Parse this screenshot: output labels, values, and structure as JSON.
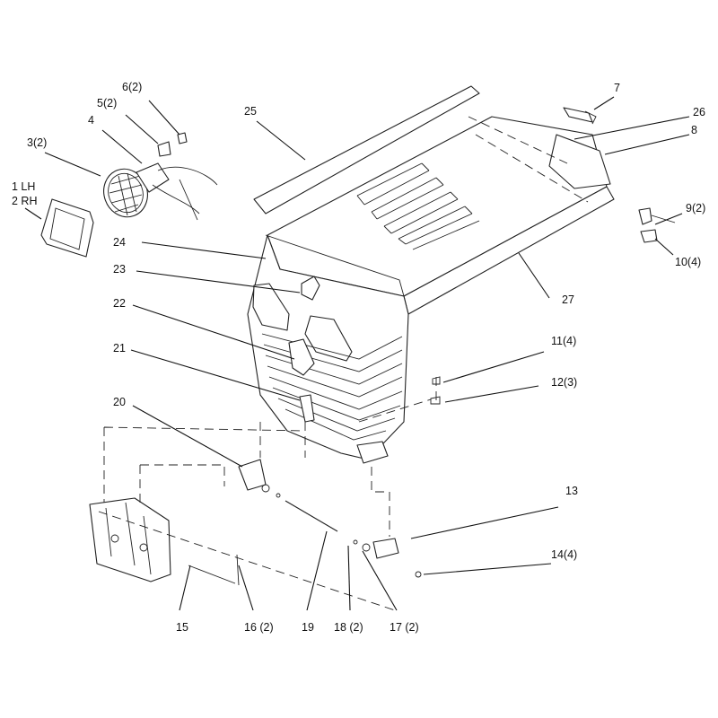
{
  "diagram": {
    "callouts": {
      "c1": "1 LH",
      "c2": "2 RH",
      "c3": "3(2)",
      "c4": "4",
      "c5": "5(2)",
      "c6": "6(2)",
      "c7": "7",
      "c8": "8",
      "c9": "9(2)",
      "c10": "10(4)",
      "c11": "11(4)",
      "c12": "12(3)",
      "c13": "13",
      "c14": "14(4)",
      "c15": "15",
      "c16": "16 (2)",
      "c17": "17 (2)",
      "c18": "18 (2)",
      "c19": "19",
      "c20": "20",
      "c21": "21",
      "c22": "22",
      "c23": "23",
      "c24": "24",
      "c25": "25",
      "c26": "26",
      "c27": "27"
    }
  }
}
